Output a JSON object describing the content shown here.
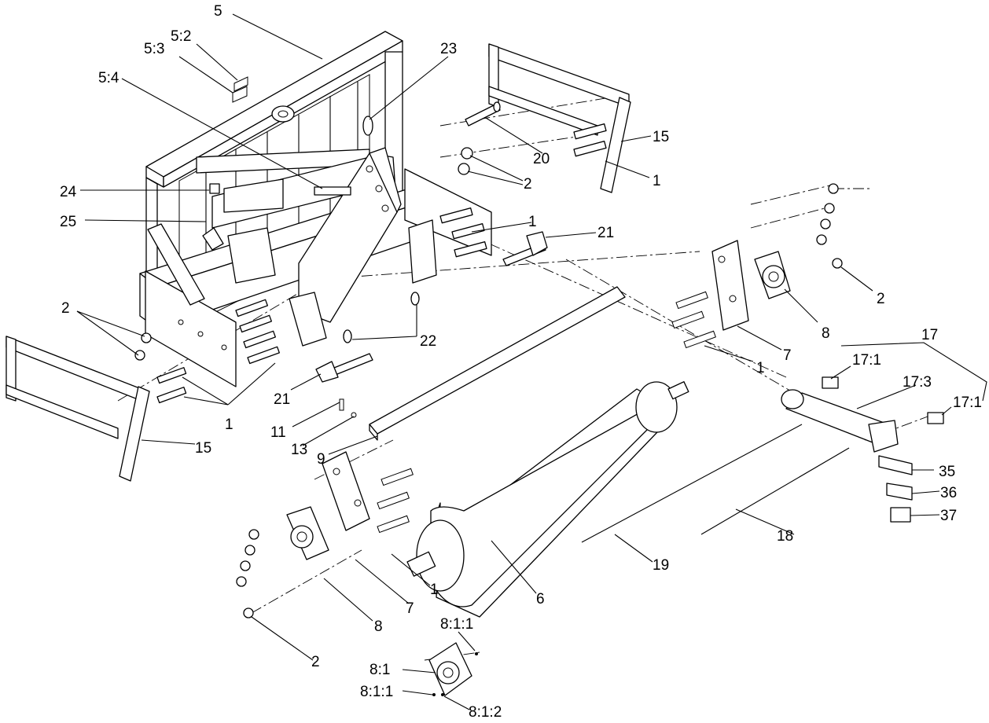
{
  "callouts": {
    "c5": "5",
    "c5_2": "5:2",
    "c5_3": "5:3",
    "c5_4": "5:4",
    "c23": "23",
    "c15_top": "15",
    "c20": "20",
    "c1_top": "1",
    "c2_top": "2",
    "c24": "24",
    "c25": "25",
    "c1_mid": "1",
    "c21_right": "21",
    "c2_left": "2",
    "c2_right": "2",
    "c8_right": "8",
    "c22": "22",
    "c7_right": "7",
    "c1_right": "1",
    "c17": "17",
    "c17_1a": "17:1",
    "c17_3": "17:3",
    "c17_1b": "17:1",
    "c21_left": "21",
    "c1_left": "1",
    "c11": "11",
    "c15_left": "15",
    "c13": "13",
    "c9": "9",
    "c35": "35",
    "c36": "36",
    "c37": "37",
    "c18": "18",
    "c19": "19",
    "c6": "6",
    "c1_bottom": "1",
    "c7_bottom": "7",
    "c8_bottom": "8",
    "c2_bottom": "2",
    "c8_1_1a": "8:1:1",
    "c8_1": "8:1",
    "c8_1_1b": "8:1:1",
    "c8_1_2": "8:1:2"
  }
}
